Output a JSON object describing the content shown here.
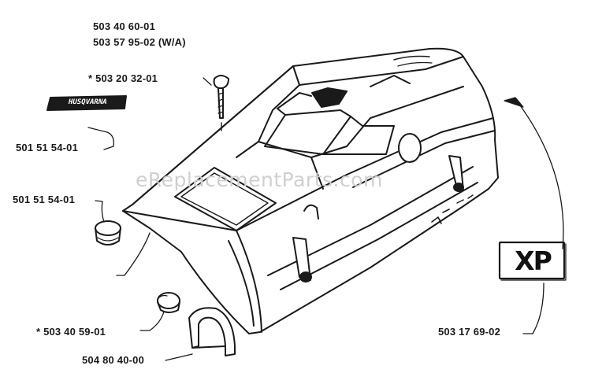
{
  "watermark": "eReplacementParts.com",
  "labels": {
    "p_503_40_60_01": "503 40 60-01",
    "p_503_57_95_02": "503 57 95-02 (W/A)",
    "p_503_20_32_01": "* 503 20 32-01",
    "p_501_51_54_01_decal": "501 51 54-01",
    "p_501_51_54_01_plug": "501 51 54-01",
    "p_503_40_59_01": "* 503 40 59-01",
    "p_504_80_40_00": "504 80 40-00",
    "p_503_17_69_02": "503 17 69-02"
  },
  "decal_text": "HUSQVARNA",
  "xp_badge": "XP",
  "colors": {
    "line": "#1a1a1a",
    "watermark": "#cfcfcf",
    "background": "#ffffff"
  }
}
